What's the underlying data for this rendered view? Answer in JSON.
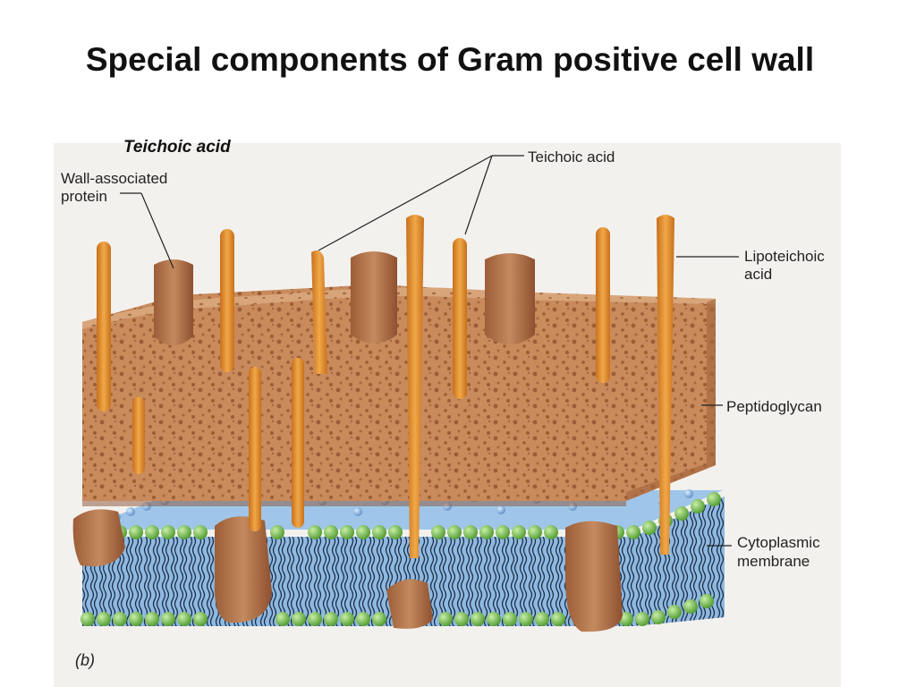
{
  "slide": {
    "title": "Special components of Gram positive cell wall",
    "subtitle": "Teichoic acid"
  },
  "figure": {
    "labels": {
      "wall_protein_line1": "Wall-associated",
      "wall_protein_line2": "protein",
      "teichoic_acid": "Teichoic acid",
      "lipoteichoic_line1": "Lipoteichoic",
      "lipoteichoic_line2": "acid",
      "peptidoglycan": "Peptidoglycan",
      "membrane_line1": "Cytoplasmic",
      "membrane_line2": "membrane"
    },
    "panel_letter": "(b)"
  },
  "colors": {
    "peptidoglycan": "#c98a5c",
    "peptidoglycan_top": "#d8a57a",
    "teichoic": "#e69a3a",
    "membrane": "#8fb9e0",
    "head": "#7fc35a",
    "protein": "#b5764c"
  }
}
